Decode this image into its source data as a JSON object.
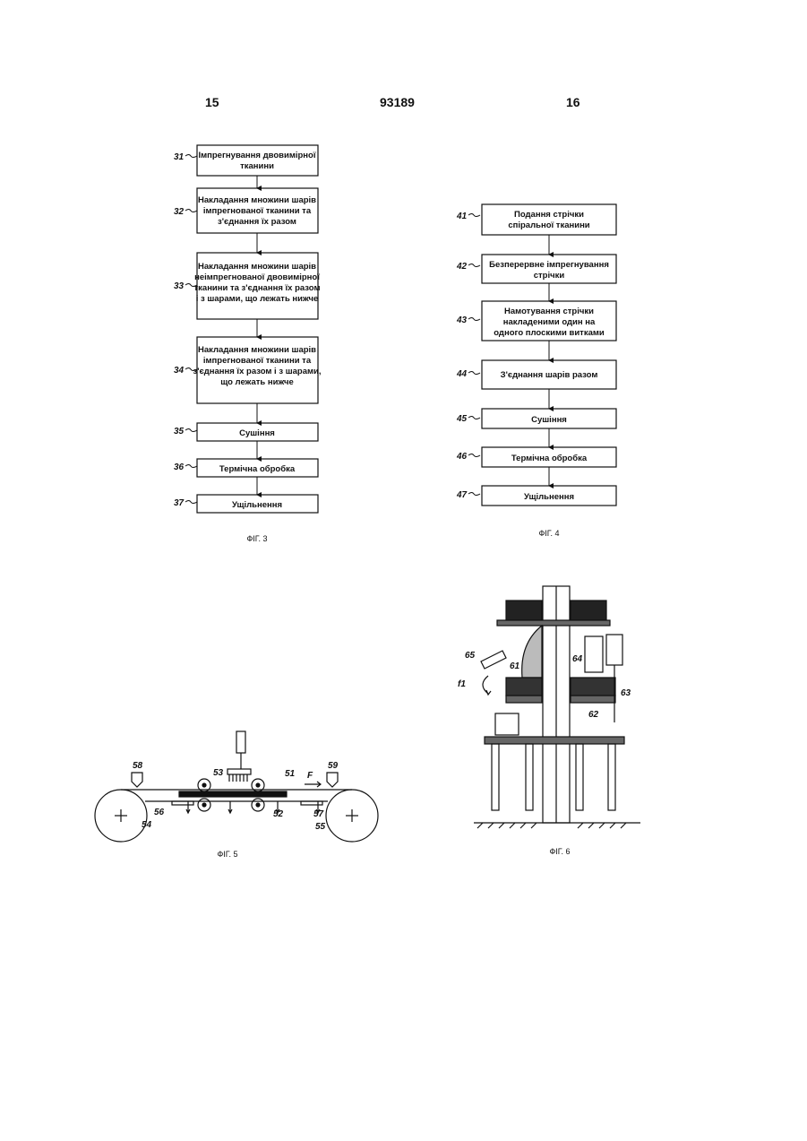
{
  "header": {
    "left_page": "15",
    "patent_number": "93189",
    "right_page": "16"
  },
  "fig3": {
    "caption": "ФІГ. 3",
    "steps": [
      {
        "ref": "31",
        "lines": [
          "Імпрегнування двовимірної",
          "тканини"
        ]
      },
      {
        "ref": "32",
        "lines": [
          "Накладання множини шарів",
          "імпрегнованої тканини та",
          "з'єднання їх разом"
        ]
      },
      {
        "ref": "33",
        "lines": [
          "Накладання множини шарів",
          "неімпрегнованої двовимірної",
          "тканини та з'єднання їх разом",
          "і з шарами, що лежать нижче"
        ]
      },
      {
        "ref": "34",
        "lines": [
          "Накладання множини шарів",
          "імпрегнованої тканини та",
          "з'єднання їх разом і з шарами,",
          "що лежать нижче"
        ]
      },
      {
        "ref": "35",
        "lines": [
          "Сушіння"
        ]
      },
      {
        "ref": "36",
        "lines": [
          "Термічна обробка"
        ]
      },
      {
        "ref": "37",
        "lines": [
          "Ущільнення"
        ]
      }
    ]
  },
  "fig4": {
    "caption": "ФІГ. 4",
    "steps": [
      {
        "ref": "41",
        "lines": [
          "Подання стрічки",
          "спіральної тканини"
        ]
      },
      {
        "ref": "42",
        "lines": [
          "Безперервне імпрегнування",
          "стрічки"
        ]
      },
      {
        "ref": "43",
        "lines": [
          "Намотування стрічки",
          "накладеними один на",
          "одного плоскими витками"
        ]
      },
      {
        "ref": "44",
        "lines": [
          "З'єднання шарів разом"
        ]
      },
      {
        "ref": "45",
        "lines": [
          "Сушіння"
        ]
      },
      {
        "ref": "46",
        "lines": [
          "Термічна обробка"
        ]
      },
      {
        "ref": "47",
        "lines": [
          "Ущільнення"
        ]
      }
    ]
  },
  "fig5": {
    "caption": "ФІГ. 5",
    "labels": [
      "58",
      "59",
      "53",
      "51",
      "F",
      "56",
      "54",
      "52",
      "57",
      "55"
    ]
  },
  "fig6": {
    "caption": "ФІГ. 6",
    "labels": [
      "65",
      "61",
      "64",
      "f1",
      "63",
      "62"
    ]
  }
}
